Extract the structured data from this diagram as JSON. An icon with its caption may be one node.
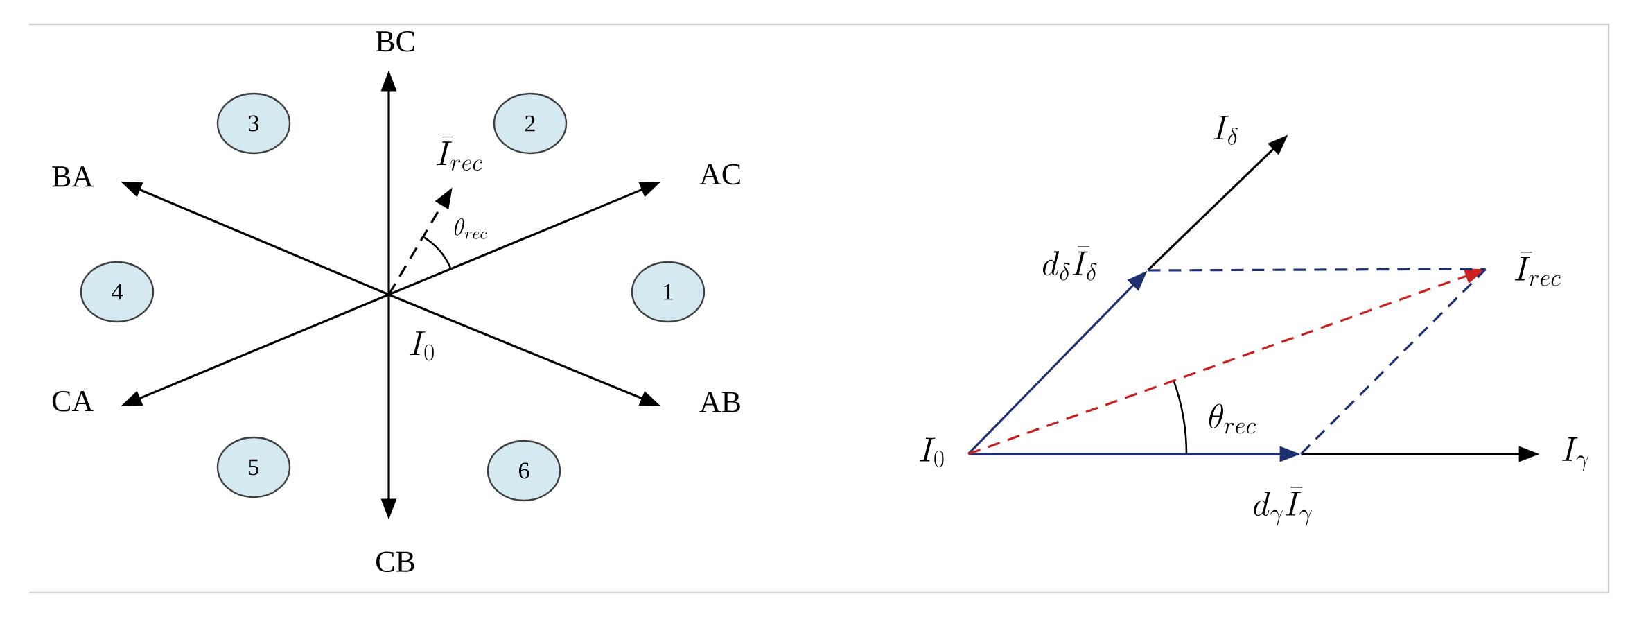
{
  "diagram": {
    "nodes": [
      {
        "text": [
          "I_0"
        ]
      },
      {
        "text": [
          "BC"
        ]
      },
      {
        "text": [
          "AC"
        ]
      },
      {
        "text": [
          "BA"
        ]
      },
      {
        "text": [
          "CA"
        ]
      },
      {
        "text": [
          "AB"
        ]
      },
      {
        "text": [
          "CB"
        ]
      },
      {
        "text": [
          "\\bar{I}_{rec}"
        ]
      },
      {
        "text": [
          "1"
        ]
      },
      {
        "text": [
          "2"
        ]
      },
      {
        "text": [
          "3"
        ]
      },
      {
        "text": [
          "4"
        ]
      },
      {
        "text": [
          "5"
        ]
      },
      {
        "text": [
          "6"
        ]
      },
      {
        "text": [
          "I_0"
        ]
      },
      {
        "text": [
          "I_{\\gamma}"
        ]
      },
      {
        "text": [
          "I_{\\delta}"
        ]
      },
      {
        "text": [
          "d_{\\delta}\\bar{I}_{\\delta}"
        ]
      },
      {
        "text": [
          "d_{\\gamma}\\bar{I}_{\\gamma}"
        ]
      },
      {
        "text": [
          "\\bar{I}_{rec}"
        ]
      }
    ],
    "edges": [
      {
        "from": 0,
        "to": 1,
        "arrow": "to"
      },
      {
        "from": 0,
        "to": 2,
        "arrow": "to"
      },
      {
        "from": 0,
        "to": 3,
        "arrow": "to"
      },
      {
        "from": 0,
        "to": 4,
        "arrow": "to"
      },
      {
        "from": 0,
        "to": 5,
        "arrow": "to"
      },
      {
        "from": 0,
        "to": 6,
        "arrow": "to"
      },
      {
        "from": 0,
        "to": 7,
        "arrow": "to",
        "style": "dashed"
      },
      {
        "from": 14,
        "to": 18,
        "arrow": "to",
        "color": "#1f3070"
      },
      {
        "from": 18,
        "to": 15,
        "arrow": "to"
      },
      {
        "from": 14,
        "to": 17,
        "arrow": "to",
        "color": "#1f3070"
      },
      {
        "from": 17,
        "to": 16,
        "arrow": "to"
      },
      {
        "from": 14,
        "to": 19,
        "arrow": "to",
        "style": "dashed",
        "color": "#cc1f1f"
      },
      {
        "from": 17,
        "to": 19,
        "arrow": "none",
        "style": "dashed",
        "color": "#1f3070"
      },
      {
        "from": 18,
        "to": 19,
        "arrow": "none",
        "style": "dashed",
        "color": "#1f3070"
      }
    ],
    "labels": [
      "\\theta_{rec}",
      "\\theta_{rec}"
    ]
  }
}
